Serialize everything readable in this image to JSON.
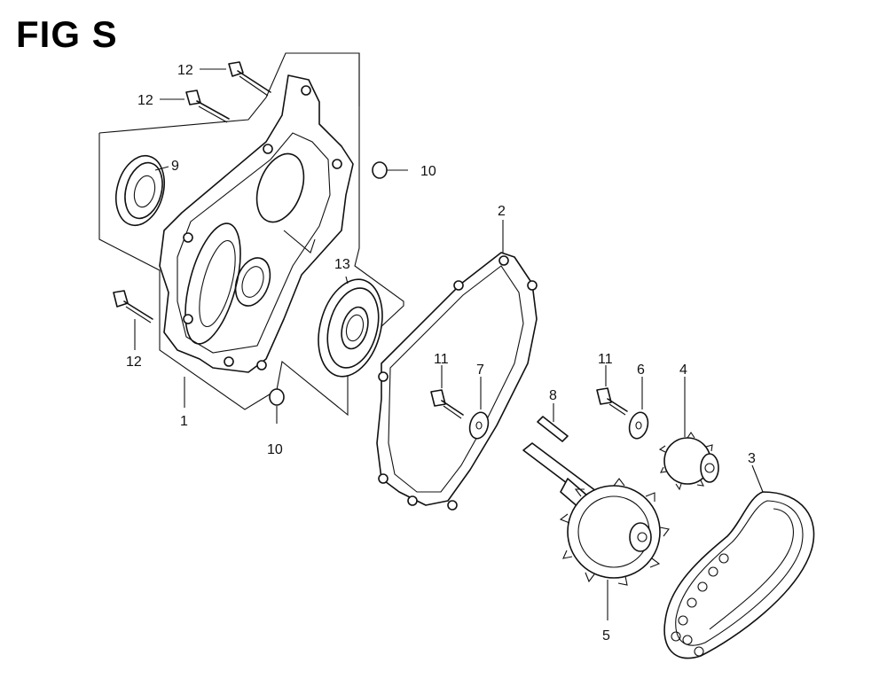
{
  "title": "FIG S",
  "callouts": [
    {
      "id": "c1",
      "label": "1"
    },
    {
      "id": "c2",
      "label": "2"
    },
    {
      "id": "c3",
      "label": "3"
    },
    {
      "id": "c4",
      "label": "4"
    },
    {
      "id": "c5",
      "label": "5"
    },
    {
      "id": "c6",
      "label": "6"
    },
    {
      "id": "c7",
      "label": "7"
    },
    {
      "id": "c8",
      "label": "8"
    },
    {
      "id": "c9",
      "label": "9"
    },
    {
      "id": "c10a",
      "label": "10"
    },
    {
      "id": "c10b",
      "label": "10"
    },
    {
      "id": "c11a",
      "label": "11"
    },
    {
      "id": "c11b",
      "label": "11"
    },
    {
      "id": "c12a",
      "label": "12"
    },
    {
      "id": "c12b",
      "label": "12"
    },
    {
      "id": "c12c",
      "label": "12"
    },
    {
      "id": "c13",
      "label": "13"
    }
  ]
}
